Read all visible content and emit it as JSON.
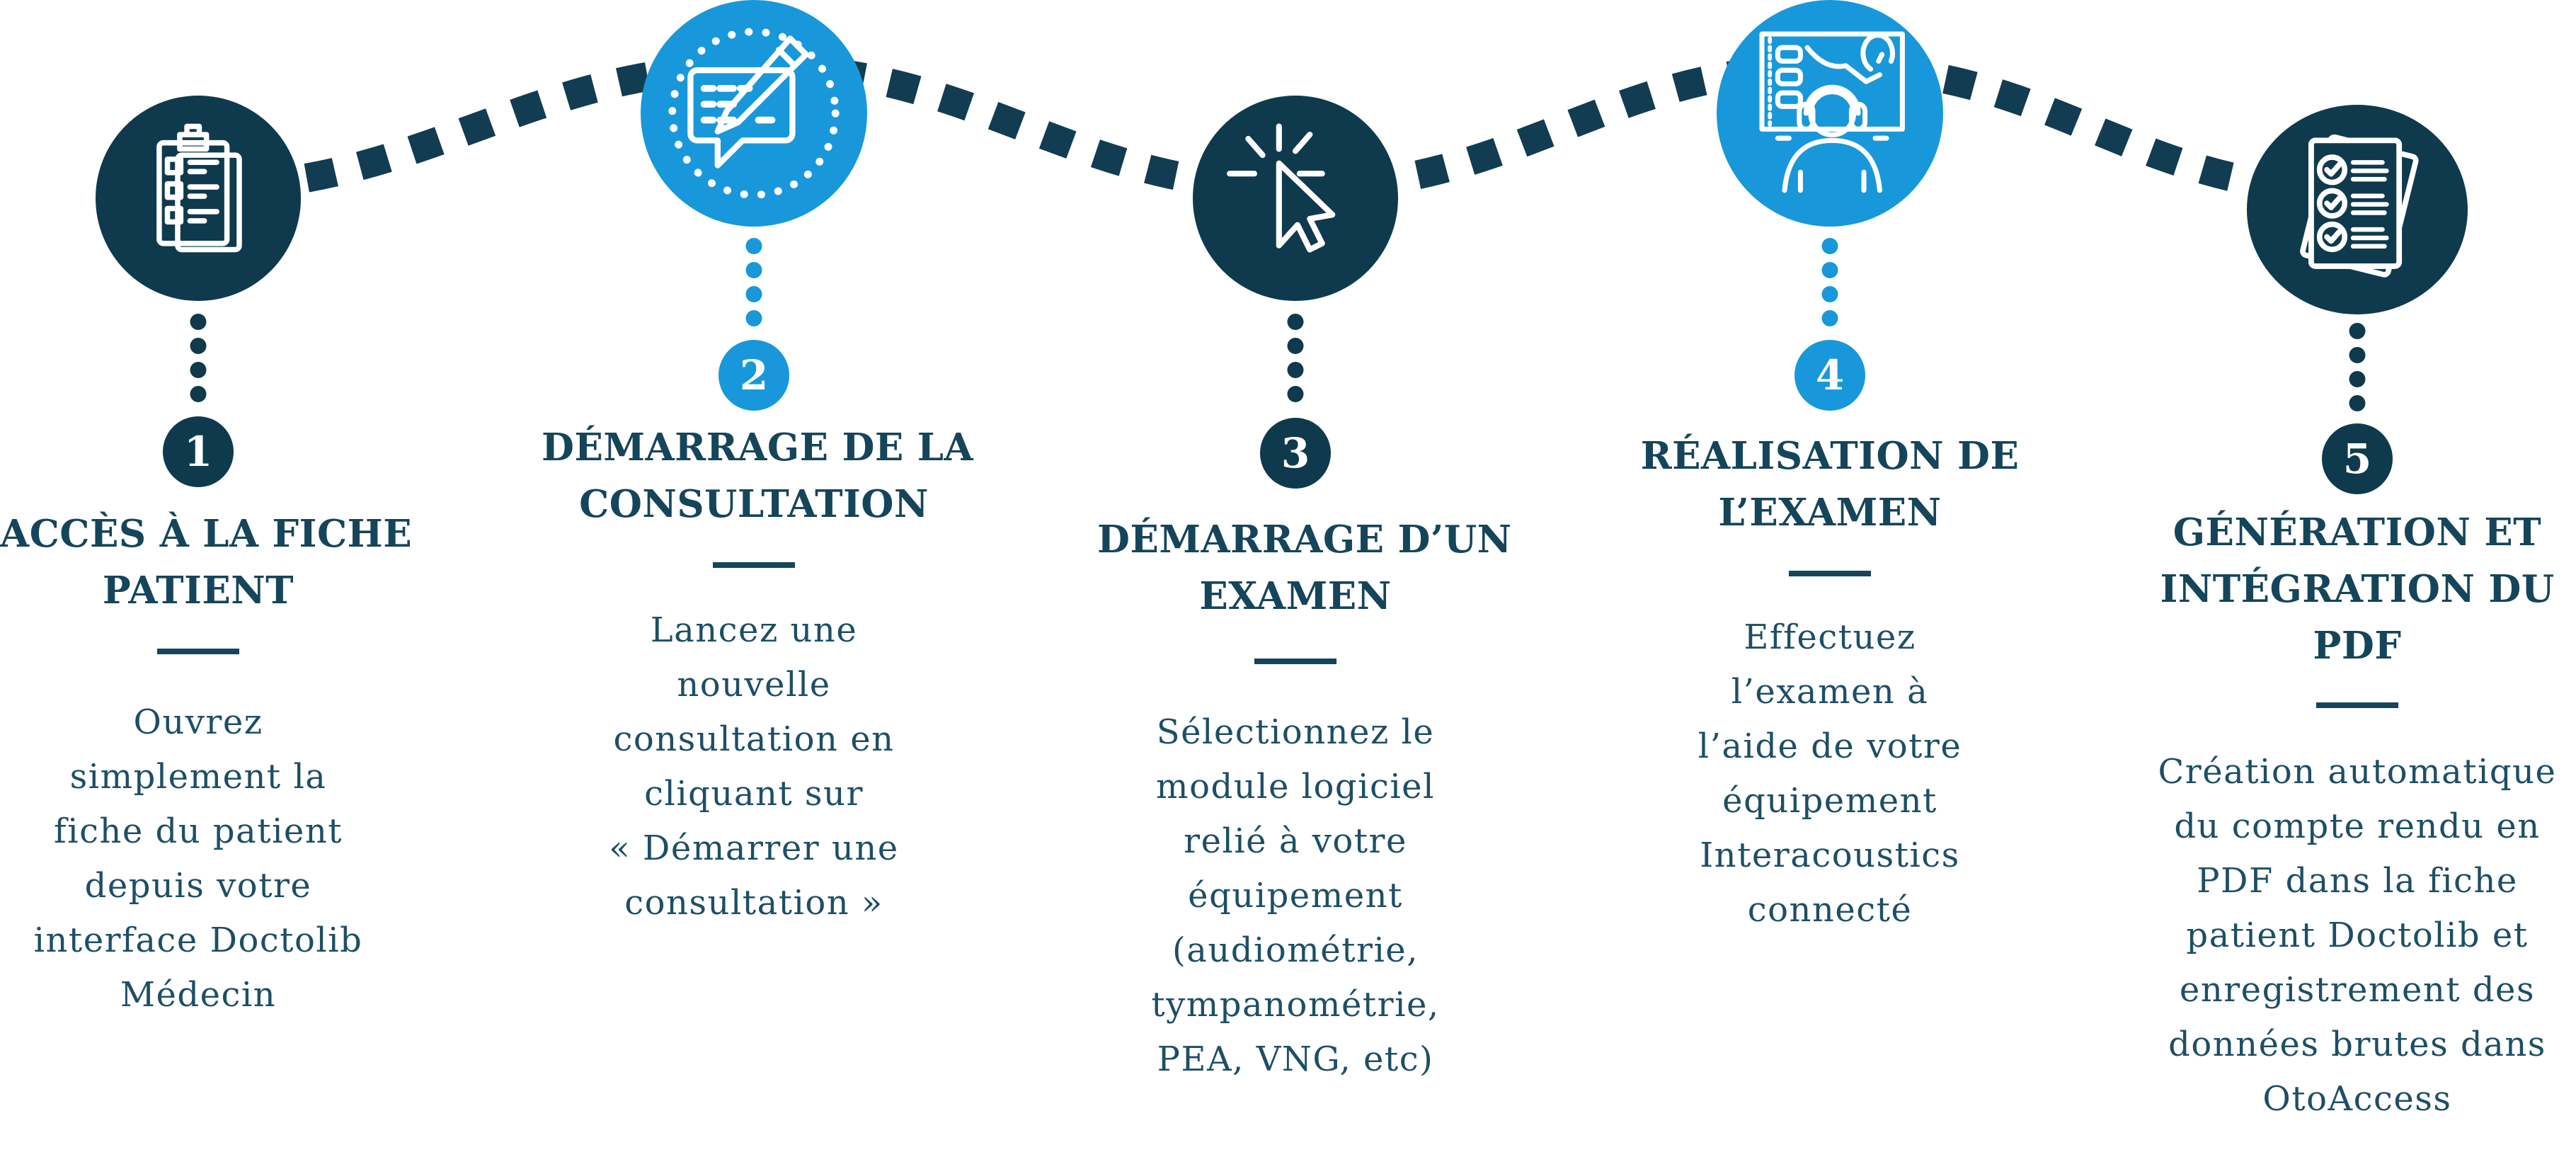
{
  "figure": {
    "description_language": "fr",
    "colors": {
      "navy": "#0f3a4e",
      "blue": "#1898da",
      "title_text": "#15455a",
      "body_text": "#1d4f66",
      "icon_stroke": "#ffffff",
      "background": "#ffffff"
    }
  },
  "steps": [
    {
      "number": "1",
      "icon": "clipboard-checklist",
      "title_lines": [
        "ACCÈS À LA FICHE",
        "PATIENT"
      ],
      "body_lines": [
        "Ouvrez",
        "simplement la",
        "fiche du patient",
        "depuis votre",
        "interface Doctolib",
        "Médecin"
      ]
    },
    {
      "number": "2",
      "icon": "chat-bubble-pencil",
      "title_lines": [
        "DÉMARRAGE DE LA",
        "CONSULTATION"
      ],
      "body_lines": [
        "Lancez une",
        "nouvelle",
        "consultation en",
        "cliquant sur",
        "« Démarrer une",
        "consultation »"
      ]
    },
    {
      "number": "3",
      "icon": "cursor-click",
      "title_lines": [
        "DÉMARRAGE D’UN",
        "EXAMEN"
      ],
      "body_lines": [
        "Sélectionnez le",
        "module logiciel",
        "relié à votre",
        "équipement",
        "(audiométrie,",
        "tympanométrie,",
        "PEA, VNG, etc)"
      ]
    },
    {
      "number": "4",
      "icon": "patient-headphones-audiogram",
      "title_lines": [
        "RÉALISATION DE",
        "L’EXAMEN"
      ],
      "body_lines": [
        "Effectuez",
        "l’examen à",
        "l’aide de votre",
        "équipement",
        "Interacoustics",
        "connecté"
      ]
    },
    {
      "number": "5",
      "icon": "report-documents-checked",
      "title_lines": [
        "GÉNÉRATION ET",
        "INTÉGRATION DU",
        "PDF"
      ],
      "body_lines": [
        "Création automatique",
        "du compte rendu en",
        "PDF dans la fiche",
        "patient Doctolib et",
        "enregistrement des",
        "données brutes dans",
        "OtoAccess"
      ]
    }
  ]
}
